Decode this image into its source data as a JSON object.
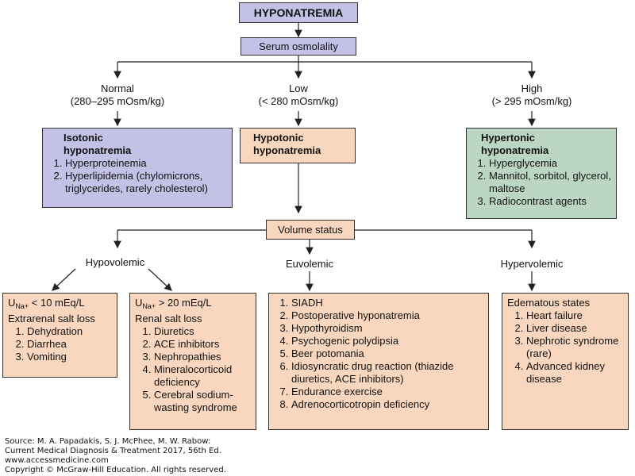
{
  "root": {
    "title": "HYPONATREMIA"
  },
  "serum": {
    "label": "Serum osmolality"
  },
  "branches": {
    "normal": {
      "name": "Normal",
      "range": "(280–295 mOsm/kg)"
    },
    "low": {
      "name": "Low",
      "range": "(< 280 mOsm/kg)"
    },
    "high": {
      "name": "High",
      "range": "(> 295 mOsm/kg)"
    }
  },
  "isotonic": {
    "title_line1": "Isotonic",
    "title_line2": "hyponatremia",
    "items": [
      "Hyperproteinemia",
      "Hyperlipidemia (chylomicrons, triglycerides, rarely cholesterol)"
    ]
  },
  "hypotonic": {
    "title_line1": "Hypotonic",
    "title_line2": "hyponatremia"
  },
  "hypertonic": {
    "title_line1": "Hypertonic",
    "title_line2": "hyponatremia",
    "items": [
      "Hyperglycemia",
      "Mannitol, sorbitol, glycerol, maltose",
      "Radiocontrast agents"
    ]
  },
  "volume": {
    "label": "Volume status"
  },
  "volume_branches": {
    "hypovolemic": "Hypovolemic",
    "euvolemic": "Euvolemic",
    "hypervolemic": "Hypervolemic"
  },
  "extrarenal": {
    "u_prefix": "U",
    "u_sub": "Na+",
    "u_value": " < 10 mEq/L",
    "heading": "Extrarenal salt loss",
    "items": [
      "Dehydration",
      "Diarrhea",
      "Vomiting"
    ]
  },
  "renal": {
    "u_prefix": "U",
    "u_sub": "Na+",
    "u_value": " > 20 mEq/L",
    "heading": "Renal salt loss",
    "items": [
      "Diuretics",
      "ACE inhibitors",
      "Nephropathies",
      "Mineralocorticoid deficiency",
      "Cerebral sodium-wasting syndrome"
    ]
  },
  "euvolemic_box": {
    "items": [
      "SIADH",
      "Postoperative hyponatremia",
      "Hypothyroidism",
      "Psychogenic polydipsia",
      "Beer potomania",
      "Idiosyncratic drug reaction (thiazide diuretics, ACE inhibitors)",
      "Endurance exercise",
      "Adrenocorticotropin deficiency"
    ]
  },
  "hypervolemic_box": {
    "heading": "Edematous states",
    "items": [
      "Heart failure",
      "Liver disease",
      "Nephrotic syndrome (rare)",
      "Advanced kidney disease"
    ]
  },
  "footer": {
    "line1": "Source: M. A. Papadakis, S. J. McPhee, M. W. Rabow:",
    "line2": "Current Medical Diagnosis & Treatment 2017, 56th Ed.",
    "line3": "www.accessmedicine.com",
    "line4": "Copyright © McGraw-Hill Education. All rights reserved."
  }
}
